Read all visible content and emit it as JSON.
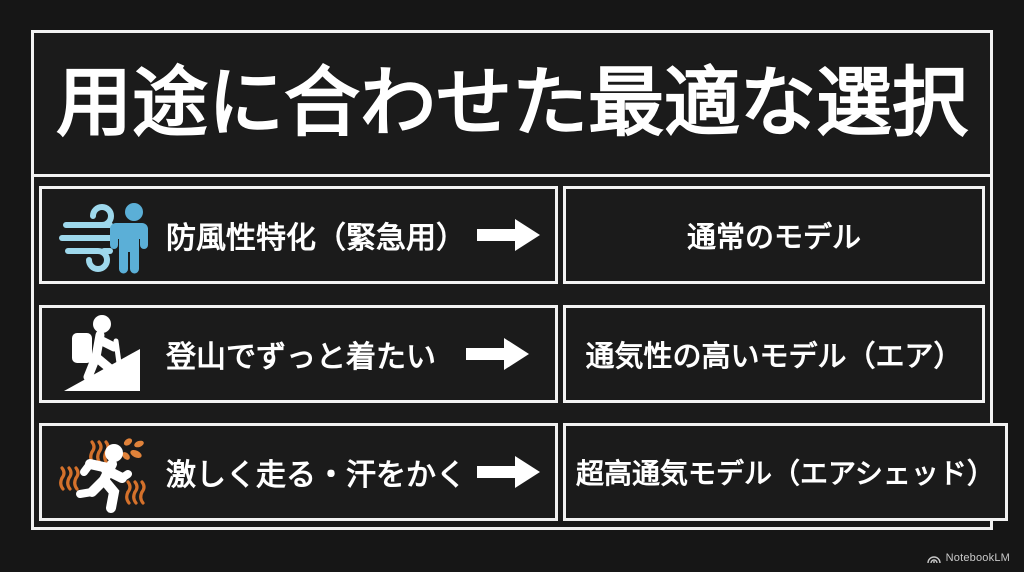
{
  "title": "用途に合わせた最適な選択",
  "colors": {
    "background": "#161616",
    "panel": "#1b1b1b",
    "border": "#f2f2f2",
    "text": "#ffffff",
    "wind_light": "#9ed8ec",
    "person_blue": "#5bafd7",
    "heat_orange": "#d4712b",
    "sweat_orange": "#e0823a",
    "watermark": "#c9c9c9"
  },
  "rows": [
    {
      "icon": "wind-person-icon",
      "left_label": "防風性特化（緊急用）",
      "arrow": "arrow-right-icon",
      "right_label": "通常のモデル"
    },
    {
      "icon": "hiker-icon",
      "left_label": "登山でずっと着たい",
      "arrow": "arrow-right-icon",
      "right_label": "通気性の高いモデル（エア）"
    },
    {
      "icon": "runner-heat-icon",
      "left_label": "激しく走る・汗をかく",
      "arrow": "arrow-right-icon",
      "right_label": "超高通気モデル（エアシェッド）"
    }
  ],
  "watermark": {
    "logo": "notebooklm-logo-icon",
    "label": "NotebookLM"
  }
}
